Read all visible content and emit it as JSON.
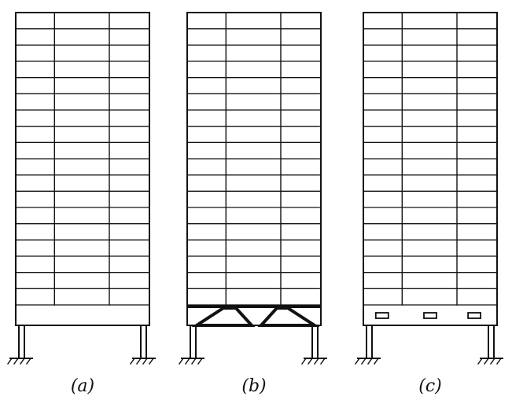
{
  "diagram": {
    "panels": [
      {
        "label": "(a)",
        "variant": "transfer-beam"
      },
      {
        "label": "(b)",
        "variant": "transfer-truss"
      },
      {
        "label": "(c)",
        "variant": "transfer-beam-with-openings"
      }
    ],
    "stories_above_transfer": 18,
    "bays": 3,
    "colors": {
      "line": "#111111",
      "background": "#ffffff"
    }
  }
}
